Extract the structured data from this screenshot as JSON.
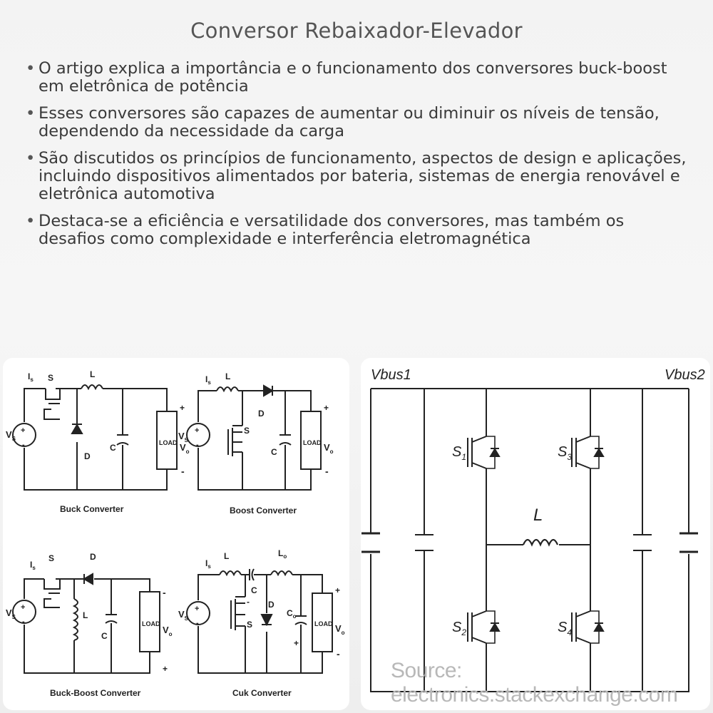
{
  "title": "Conversor Rebaixador-Elevador",
  "bullets": [
    "O artigo explica a importância e o funcionamento dos conversores buck-boost em eletrônica de potência",
    "Esses conversores são capazes de aumentar ou diminuir os níveis de tensão, dependendo da necessidade da carga",
    "São discutidos os princípios de funcionamento, aspectos de design e aplicações, incluindo dispositivos alimentados por bateria, sistemas de energia renovável e eletrônica automotiva",
    "Destaca-se a eficiência e versatilidade dos conversores, mas também os desafios como complexidade e interferência eletromagnética"
  ],
  "circuits": {
    "buck": {
      "caption": "Buck Converter"
    },
    "boost": {
      "caption": "Boost Converter"
    },
    "buck_boost": {
      "caption": "Buck-Boost Converter"
    },
    "cuk": {
      "caption": "Cuk Converter"
    },
    "labels": {
      "vs": "V",
      "vs_sub": "S",
      "is": "I",
      "is_sub": "s",
      "switch": "S",
      "inductor": "L",
      "diode": "D",
      "capacitor": "C",
      "load": "LOAD",
      "vo": "V",
      "vo_sub": "o",
      "plus": "+",
      "minus": "-",
      "lo": "L",
      "lo_sub": "o",
      "co": "C",
      "co_sub": "o"
    }
  },
  "bidirectional": {
    "vbus1": "Vbus1",
    "vbus2": "Vbus2",
    "inductor": "L",
    "s1": "S",
    "s1_sub": "1",
    "s2": "S",
    "s2_sub": "2",
    "s3": "S",
    "s3_sub": "3",
    "s4": "S",
    "s4_sub": "4"
  },
  "source": "Source: electronics.stackexchange.com"
}
